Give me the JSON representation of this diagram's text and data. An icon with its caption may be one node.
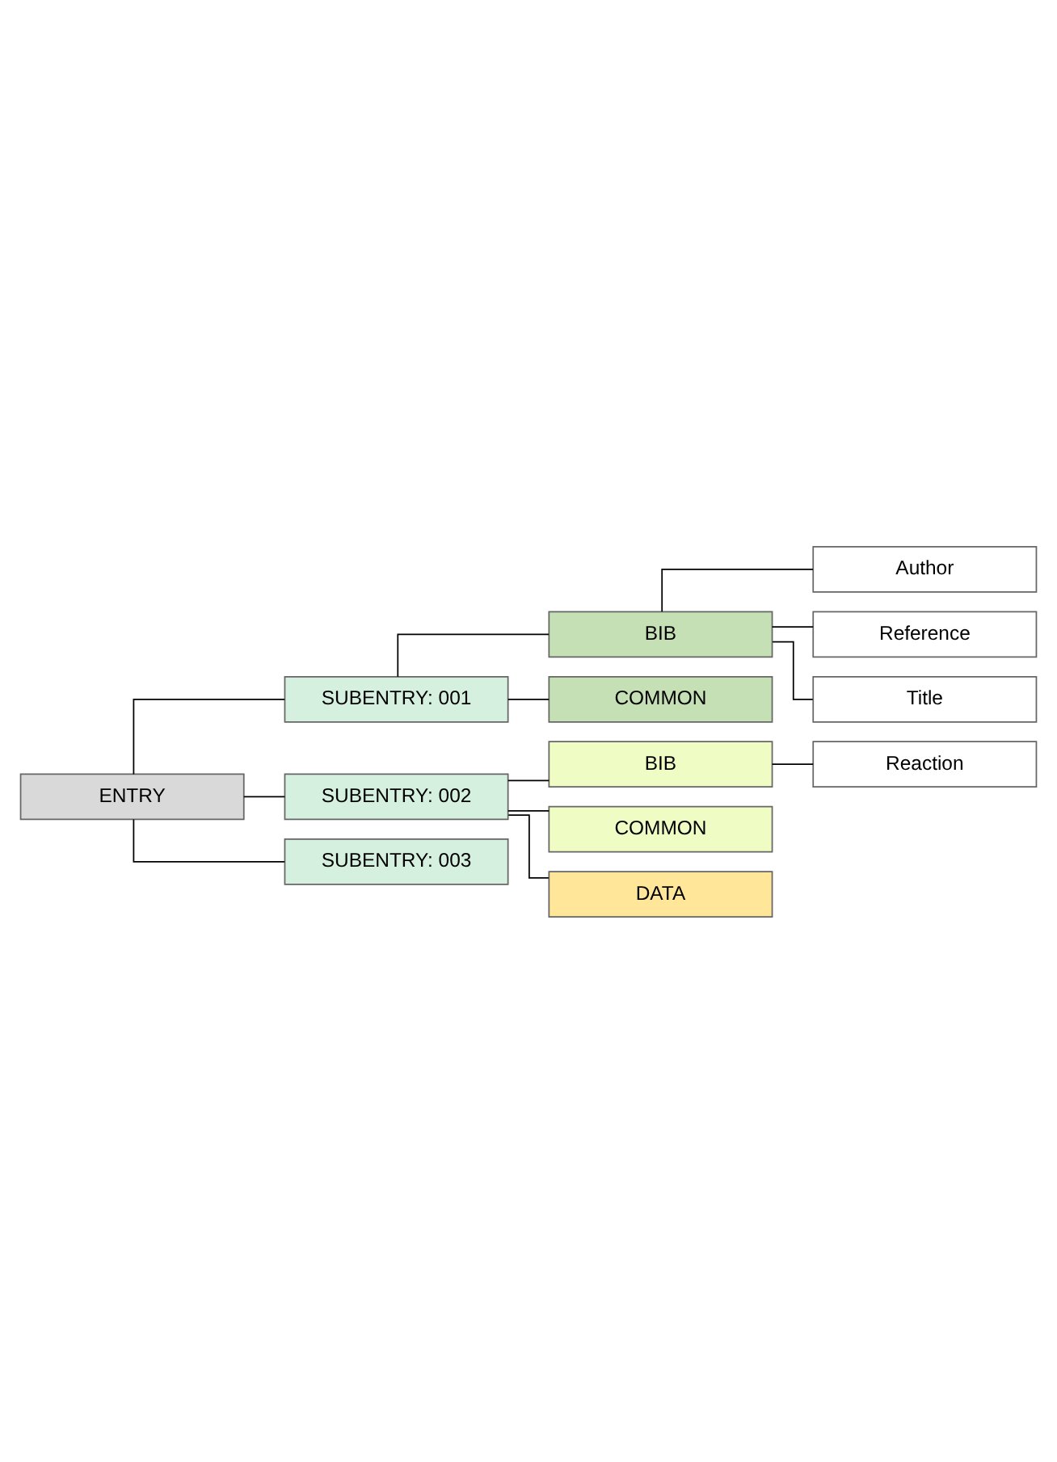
{
  "diagram": {
    "nodes": [
      {
        "text": [
          "ENTRY"
        ]
      },
      {
        "text": [
          "SUBENTRY: 001"
        ]
      },
      {
        "text": [
          "BIB"
        ]
      },
      {
        "text": [
          "Author"
        ]
      },
      {
        "text": [
          "Reference"
        ]
      },
      {
        "text": [
          "Title"
        ]
      },
      {
        "text": [
          "COMMON"
        ]
      },
      {
        "text": [
          "SUBENTRY: 002"
        ]
      },
      {
        "text": [
          "BIB"
        ]
      },
      {
        "text": [
          "Reaction"
        ]
      },
      {
        "text": [
          "COMMON"
        ]
      },
      {
        "text": [
          "DATA"
        ]
      },
      {
        "text": [
          "SUBENTRY: 003"
        ]
      }
    ],
    "edges": [
      {
        "from": 0,
        "to": 1,
        "arrow": "none"
      },
      {
        "from": 1,
        "to": 2,
        "arrow": "none"
      },
      {
        "from": 2,
        "to": 3,
        "arrow": "none"
      },
      {
        "from": 2,
        "to": 4,
        "arrow": "none"
      },
      {
        "from": 2,
        "to": 5,
        "arrow": "none"
      },
      {
        "from": 1,
        "to": 6,
        "arrow": "none"
      },
      {
        "from": 0,
        "to": 7,
        "arrow": "none"
      },
      {
        "from": 7,
        "to": 8,
        "arrow": "none"
      },
      {
        "from": 8,
        "to": 9,
        "arrow": "none"
      },
      {
        "from": 7,
        "to": 10,
        "arrow": "none"
      },
      {
        "from": 7,
        "to": 11,
        "arrow": "none"
      },
      {
        "from": 0,
        "to": 12,
        "arrow": "none"
      }
    ]
  }
}
